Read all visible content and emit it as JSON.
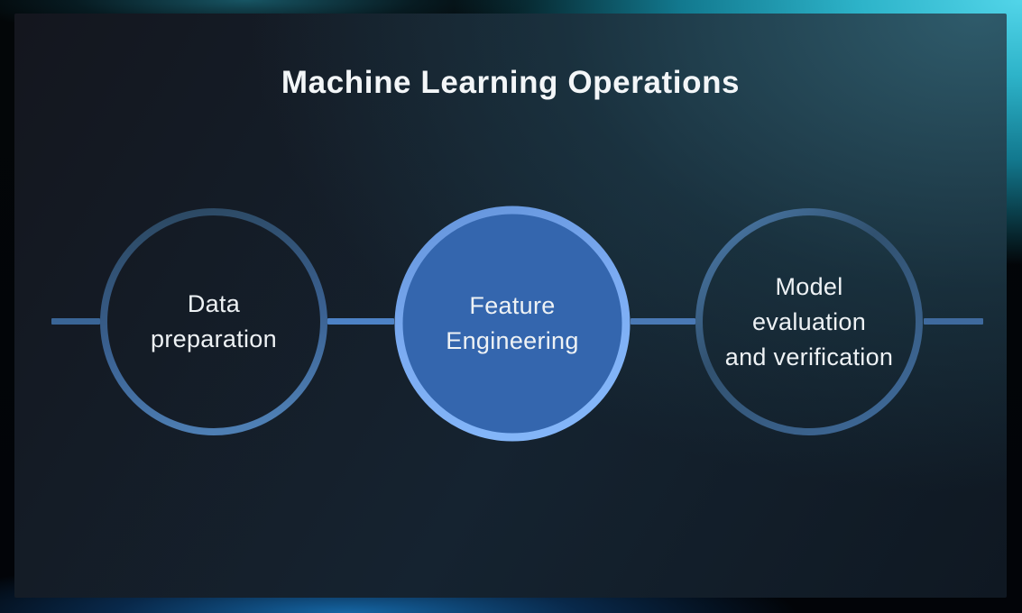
{
  "title": "Machine Learning Operations",
  "diagram": {
    "flow": "left-to-right",
    "nodes": [
      {
        "label": "Data preparation",
        "lines": [
          "Data",
          "preparation"
        ],
        "style": "outlined"
      },
      {
        "label": "Feature Engineering",
        "lines": [
          "Feature",
          "Engineering"
        ],
        "style": "filled"
      },
      {
        "label": "Model evaluation and verification",
        "lines": [
          "Model",
          "evaluation",
          "and verification"
        ],
        "style": "outlined"
      }
    ]
  },
  "colors": {
    "filled_node_fill": "#3466AE",
    "filled_node_ring": "#7FB0F4",
    "outlined_node_ring": "#3E6897",
    "connector": "#4A7FC0",
    "top_glow": "#52D5E9",
    "bottom_glow": "#1566A4",
    "panel_teal": "#2C4B58",
    "panel_dark": "#14161E",
    "text": "#F0F3F5"
  }
}
